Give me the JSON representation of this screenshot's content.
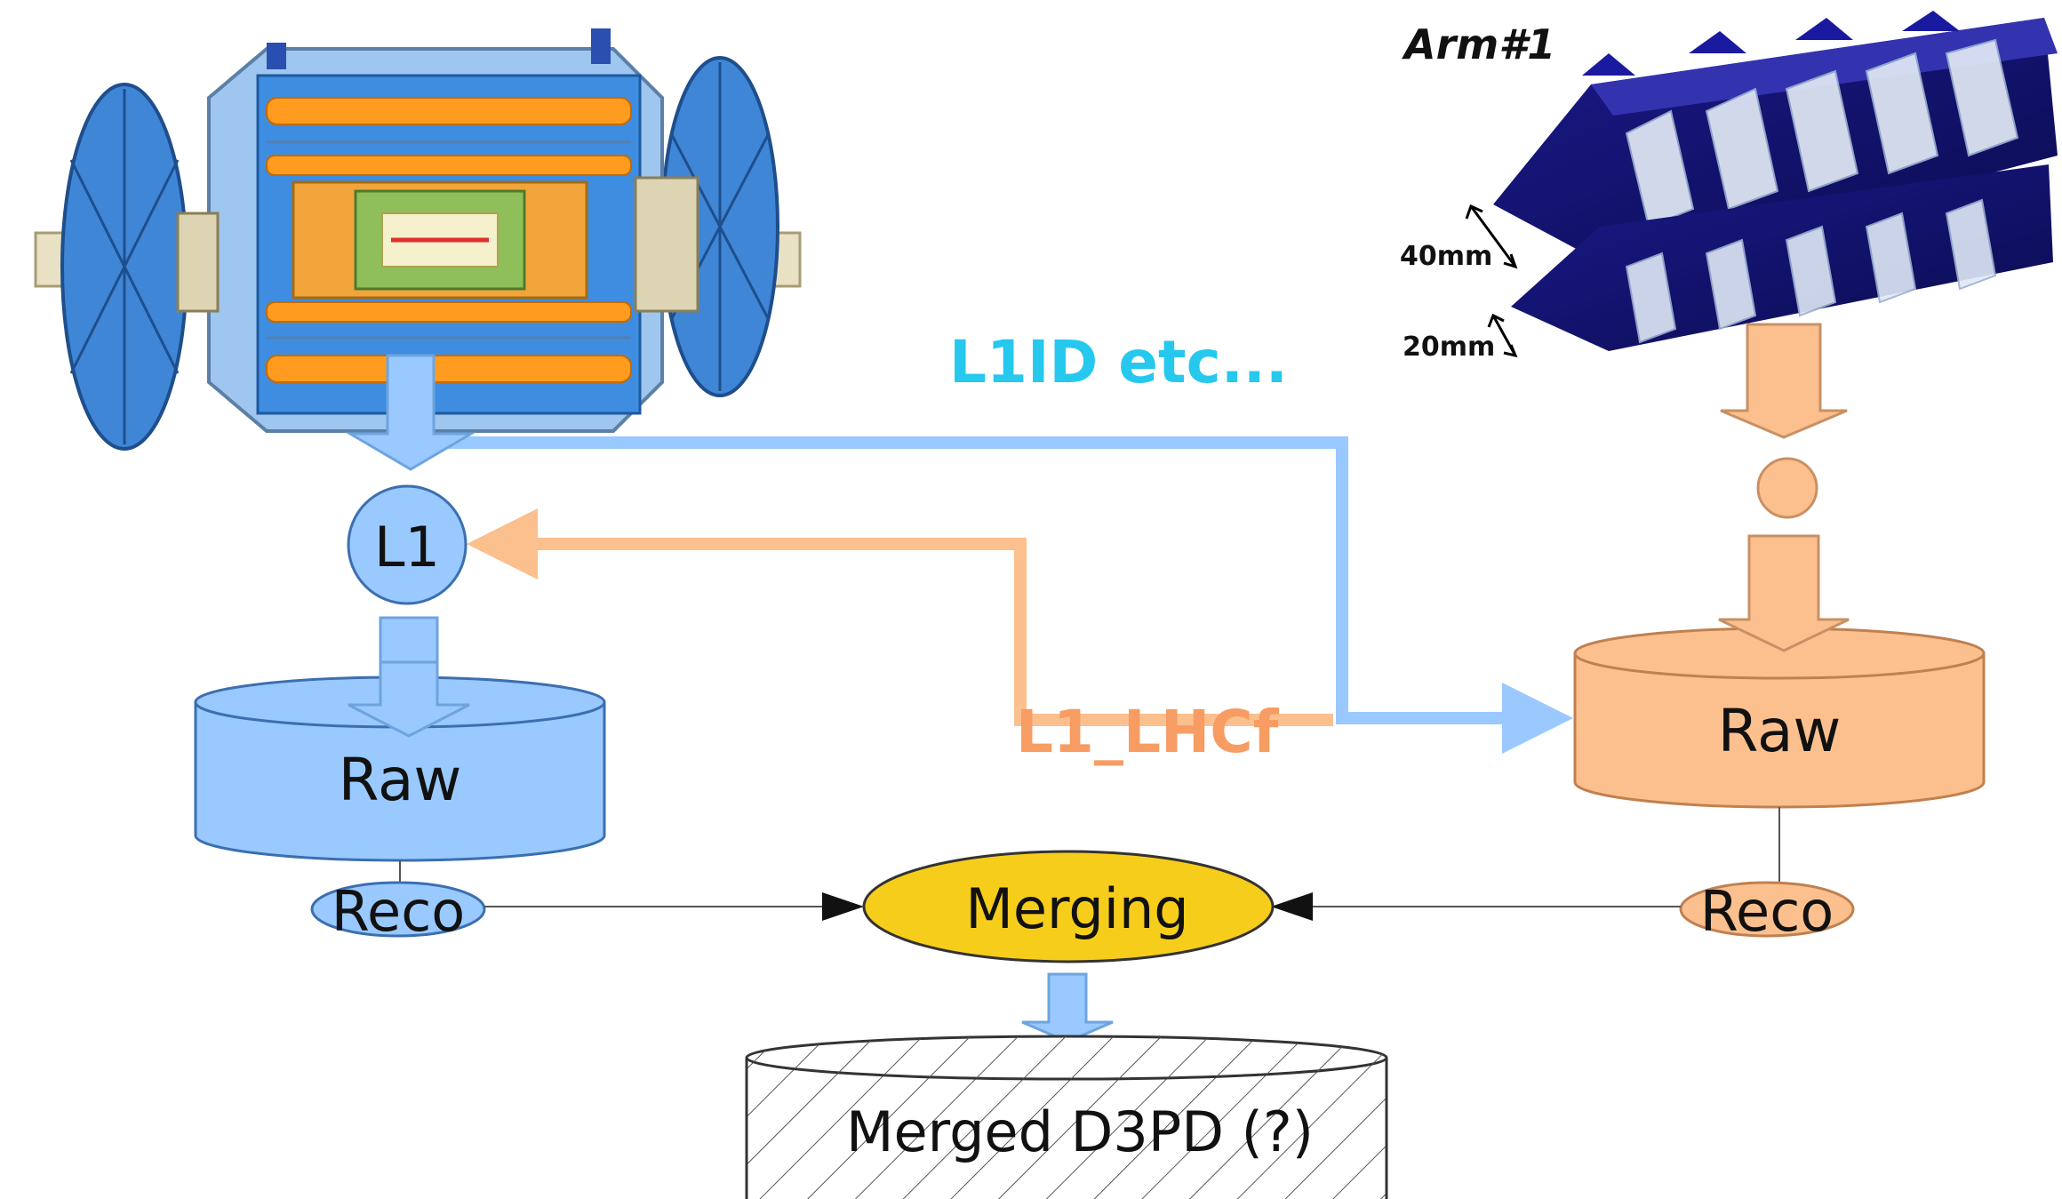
{
  "labels": {
    "l1": "L1",
    "raw_left": "Raw",
    "raw_right": "Raw",
    "reco_left": "Reco",
    "reco_right": "Reco",
    "merging": "Merging",
    "merged_output": "Merged D3PD (?)",
    "l1id_signal": "L1ID etc...",
    "l1_lhcf_signal": "L1_LHCf",
    "arm_title": "Arm#1",
    "dim_40": "40mm",
    "dim_20": "20mm"
  },
  "colors": {
    "atlas_blue": "#99ccff",
    "atlas_blue_stroke": "#3b6fb0",
    "lhcf_orange": "#fcc090",
    "lhcf_orange_stroke": "#c08050",
    "merging_yellow": "#f7cd1b",
    "l1id_text": "#26c8ee",
    "l1_lhcf_text": "#f79c63",
    "atlas_line": "#99c9ff",
    "lhcf_line": "#fcc08e"
  },
  "icons": {
    "atlas_detector": "atlas-detector-illustration",
    "lhcf_detector": "lhcf-arm1-calorimeter-illustration"
  }
}
